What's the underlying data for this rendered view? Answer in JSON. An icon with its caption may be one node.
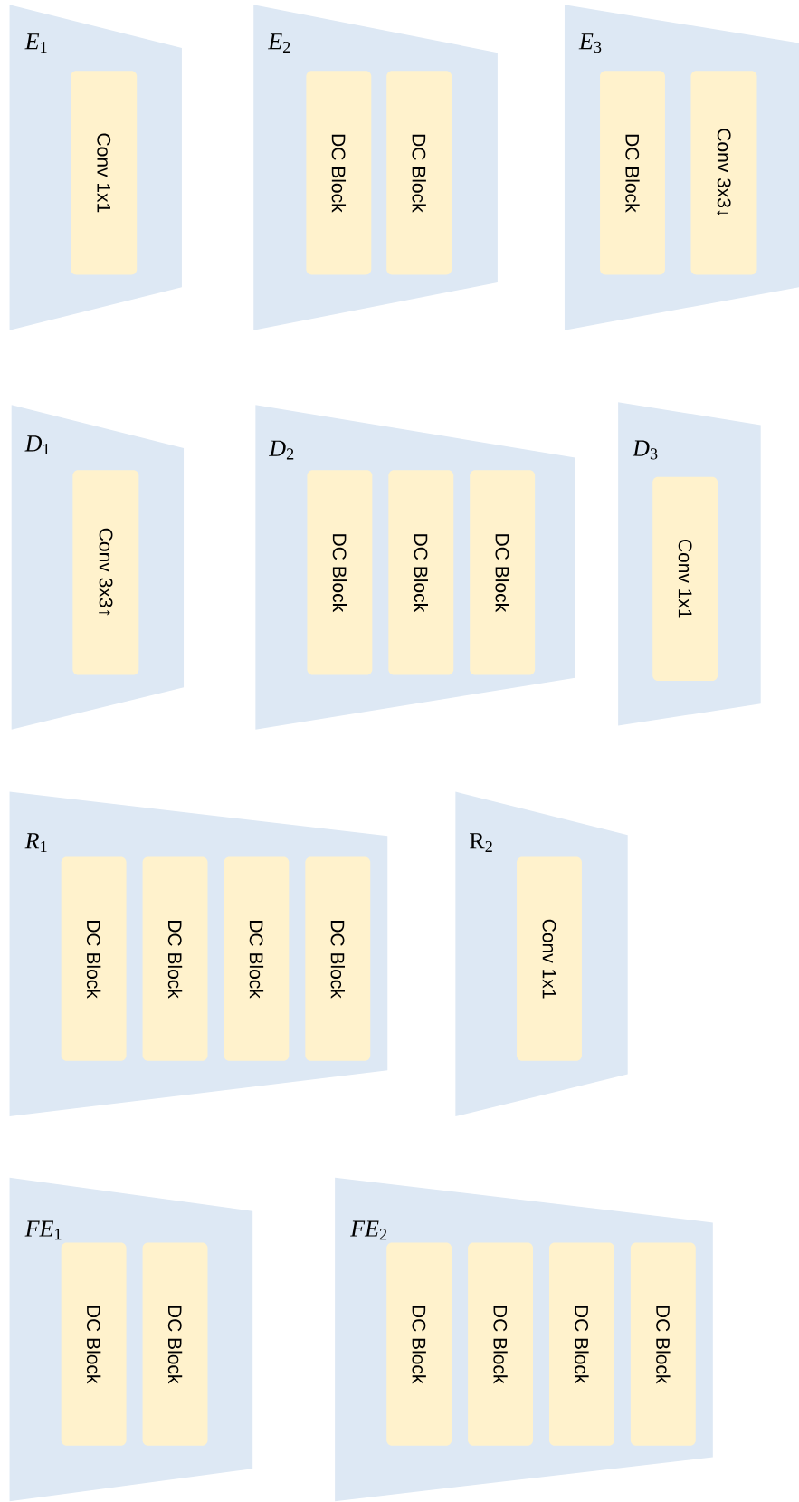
{
  "diagram": {
    "nodes": [
      {
        "text": [
          "*E*$_{1}$"
        ]
      },
      {
        "text": [
          "Conv 1x1"
        ],
        "in": 0
      },
      {
        "text": [
          "*E*$_{2}$"
        ]
      },
      {
        "text": [
          "DC Block"
        ],
        "in": 2
      },
      {
        "text": [
          "DC Block"
        ],
        "in": 2
      },
      {
        "text": [
          "*E*$_{3}$"
        ]
      },
      {
        "text": [
          "DC Block"
        ],
        "in": 5
      },
      {
        "text": [
          "Conv 3x3↓"
        ],
        "in": 5
      },
      {
        "text": [
          "*D*$_{1}$"
        ]
      },
      {
        "text": [
          "Conv 3x3↑"
        ],
        "in": 8
      },
      {
        "text": [
          "*D*$_{2}$"
        ]
      },
      {
        "text": [
          "DC Block"
        ],
        "in": 10
      },
      {
        "text": [
          "DC Block"
        ],
        "in": 10
      },
      {
        "text": [
          "DC Block"
        ],
        "in": 10
      },
      {
        "text": [
          "*D*$_{3}$"
        ]
      },
      {
        "text": [
          "Conv 1x1"
        ],
        "in": 14
      },
      {
        "text": [
          "*R*$_{1}$"
        ]
      },
      {
        "text": [
          "DC Block"
        ],
        "in": 16
      },
      {
        "text": [
          "DC Block"
        ],
        "in": 16
      },
      {
        "text": [
          "DC Block"
        ],
        "in": 16
      },
      {
        "text": [
          "DC Block"
        ],
        "in": 16
      },
      {
        "text": [
          "R$_{2}$"
        ]
      },
      {
        "text": [
          "Conv 1x1"
        ],
        "in": 21
      },
      {
        "text": [
          "*FE*$_{1}$"
        ]
      },
      {
        "text": [
          "DC Block"
        ],
        "in": 23
      },
      {
        "text": [
          "DC Block"
        ],
        "in": 23
      },
      {
        "text": [
          "*FE*$_{2}$"
        ]
      },
      {
        "text": [
          "DC Block"
        ],
        "in": 26
      },
      {
        "text": [
          "DC Block"
        ],
        "in": 26
      },
      {
        "text": [
          "DC Block"
        ],
        "in": 26
      },
      {
        "text": [
          "DC Block"
        ],
        "in": 26
      }
    ]
  }
}
